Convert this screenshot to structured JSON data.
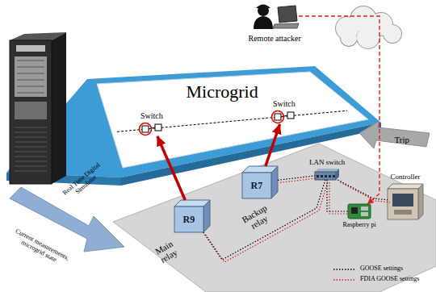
{
  "diagram": {
    "nodes": [
      {
        "text": [
          "Remote attacker"
        ]
      },
      {
        "text": [
          "Real Time Digital Simulator"
        ]
      },
      {
        "text": [
          "Microgrid"
        ]
      },
      {
        "text": [
          "Switch"
        ],
        "in": 2
      },
      {
        "text": [
          "Switch"
        ],
        "in": 2
      },
      {
        "text": [
          "R9",
          "Main relay"
        ]
      },
      {
        "text": [
          "R7",
          "Backup relay"
        ]
      },
      {
        "text": [
          "LAN switch"
        ]
      },
      {
        "text": [
          "Raspberry pi"
        ]
      },
      {
        "text": [
          "Controller"
        ]
      }
    ],
    "edges": [
      {
        "from": 5,
        "to": 3,
        "arrow": "to"
      },
      {
        "from": 6,
        "to": 4,
        "arrow": "to"
      },
      {
        "from": 5,
        "to": 7,
        "arrow": "none"
      },
      {
        "from": 6,
        "to": 7,
        "arrow": "none"
      },
      {
        "from": 7,
        "to": 8,
        "arrow": "none"
      },
      {
        "from": 7,
        "to": 9,
        "arrow": "none"
      },
      {
        "from": 0,
        "to": 8,
        "arrow": "to"
      }
    ],
    "labels": [
      "Trip",
      "Current measurements, microgrid state"
    ],
    "legend": [
      {
        "text": "GOOSE settings"
      },
      {
        "text": "FDIA GOOSE settings"
      }
    ]
  }
}
